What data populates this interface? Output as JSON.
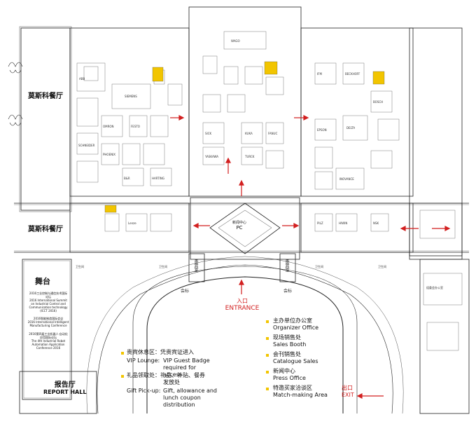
{
  "halls": {
    "moscow_1": "莫斯科餐厅",
    "moscow_2": "莫斯科餐厅",
    "stage": "舞台",
    "report_zh": "报告厅",
    "report_en": "REPORT HALL",
    "vip_lounge_1": "贵宾室",
    "vip_lounge_2": "贵宾室",
    "pc": "PC",
    "press_center": "新闻中心"
  },
  "conferences": [
    {
      "zh": "2016工业控制与通信技术国际论坛",
      "en": "2016 International Summit on Industrial Control and Communication technology (ICCT 2016)"
    },
    {
      "zh": "2016智能制造国际会议",
      "en": "2016 International Intelligent Manufacturing Conference"
    },
    {
      "zh": "2016第四届工业机器人·自动化应用国际论坛",
      "en": "The 4th Industrial Robot Automation Application Conference 2016"
    }
  ],
  "entrance": {
    "zh": "入口",
    "en": "ENTRANCE"
  },
  "exit": {
    "zh": "出口",
    "en": "EXIT"
  },
  "gate_labels": {
    "left": "会标",
    "right": "会标"
  },
  "service_labels": {
    "toilet": "卫生间",
    "organizer": "组委会办公室"
  },
  "booths": [
    "SIEMENS",
    "ABB",
    "OMRON",
    "FESTO",
    "SCHNEIDER",
    "PHOENIX",
    "B&R",
    "HARTING",
    "SICK",
    "KUKA",
    "FANUC",
    "YASKAWA",
    "TURCK",
    "WAGO",
    "IFM",
    "BECKHOFF",
    "BOSCH",
    "EPSON",
    "DELTA",
    "INOVANCE",
    "Lenze",
    "PILZ",
    "HIWIN",
    "NSK"
  ],
  "legend_left": [
    {
      "zh": "贵宾休息区：凭贵宾证进入",
      "en_key": "VIP Lounge:",
      "en_val": "VIP Guest Badge required for access"
    },
    {
      "zh": "礼品领取处：礼品、补贴、餐券发放处",
      "en_key": "Gift Pick-up:",
      "en_val": "Gift, allowance and lunch coupon distribution"
    }
  ],
  "legend_left_zh_parts": [
    {
      "head": "贵宾休息区：",
      "tail": "凭贵宾证进入"
    },
    {
      "head": "礼品领取处：",
      "tail": "礼品、补贴、餐券",
      "tail2": "发放处"
    }
  ],
  "legend_right": [
    {
      "zh": "主办单位办公室",
      "en": "Organizer Office"
    },
    {
      "zh": "现场销售处",
      "en": "Sales Booth"
    },
    {
      "zh": "会刊销售处",
      "en": "Catalogue Sales"
    },
    {
      "zh": "新闻中心",
      "en": "Press Office"
    },
    {
      "zh": "特邀买家洽谈区",
      "en": "Match-making Area"
    }
  ],
  "colors": {
    "accent_red": "#d21f1f",
    "booth_yellow": "#f2c500",
    "line": "#222222"
  }
}
